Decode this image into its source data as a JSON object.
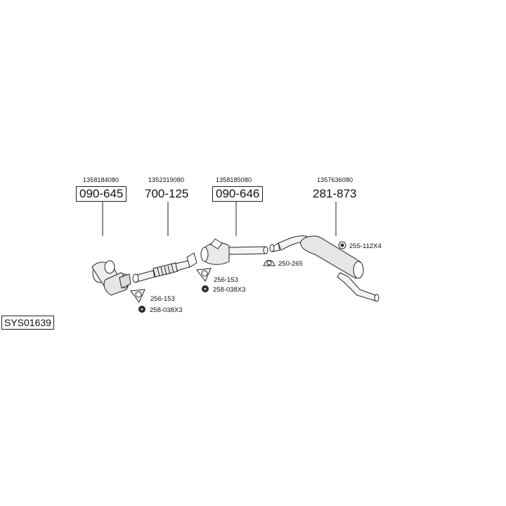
{
  "diagram": {
    "system_code": "SYS01639",
    "parts": [
      {
        "oem": "1358184080",
        "number": "090-645",
        "boxed": true
      },
      {
        "oem": "1352319080",
        "number": "700-125",
        "boxed": false
      },
      {
        "oem": "1358185080",
        "number": "090-646",
        "boxed": true
      },
      {
        "oem": "1357636080",
        "number": "281-873",
        "boxed": false
      }
    ],
    "accessories": [
      {
        "number": "256-153"
      },
      {
        "number": "258-038X3"
      },
      {
        "number": "256-153"
      },
      {
        "number": "258-038X3"
      },
      {
        "number": "250-265"
      },
      {
        "number": "255-112X4"
      }
    ]
  }
}
